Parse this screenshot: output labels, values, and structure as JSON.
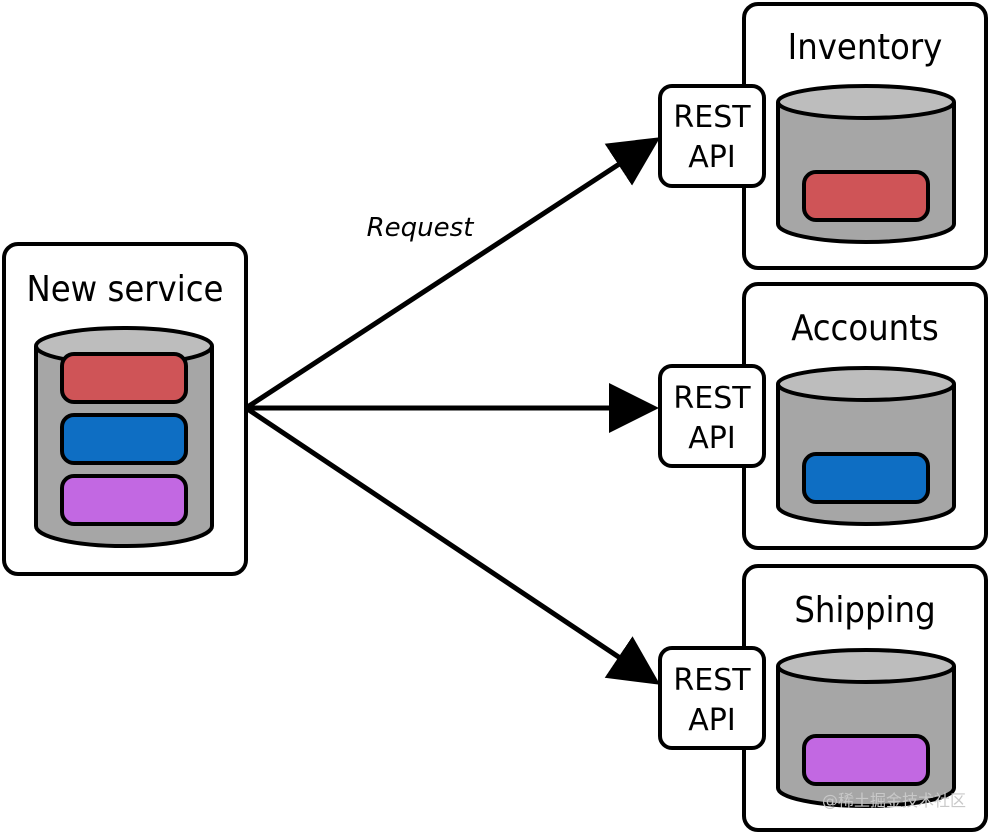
{
  "source": {
    "title": "New service",
    "records": [
      "red",
      "blue",
      "purple"
    ]
  },
  "edge_label": "Request",
  "services": [
    {
      "title": "Inventory",
      "api_line1": "REST",
      "api_line2": "API",
      "record": "red"
    },
    {
      "title": "Accounts",
      "api_line1": "REST",
      "api_line2": "API",
      "record": "blue"
    },
    {
      "title": "Shipping",
      "api_line1": "REST",
      "api_line2": "API",
      "record": "purple"
    }
  ],
  "colors": {
    "red": "#cf5457",
    "blue": "#0e6ec3",
    "purple": "#c268e2",
    "cylinder": "#a6a6a6",
    "cylinder_top": "#bdbdbd",
    "outline": "#000000"
  },
  "watermark": "@稀土掘金技术社区"
}
